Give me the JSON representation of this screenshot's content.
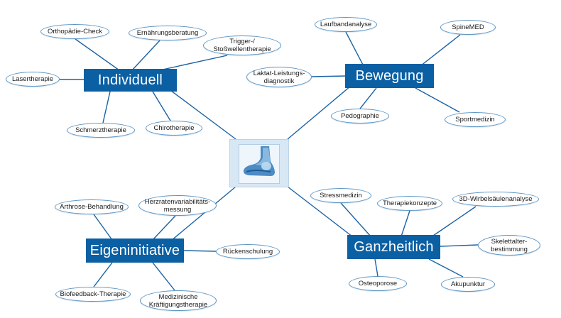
{
  "colors": {
    "hub": "#0b5fa3",
    "line": "#1b62a4",
    "leaf_border": "#5b95c4"
  },
  "center": {
    "icon": "foot-ankle-icon"
  },
  "hubs": [
    {
      "label": "Individuell",
      "leaves": [
        {
          "lines": [
            "Orthopädie-Check"
          ]
        },
        {
          "lines": [
            "Ernährungsberatung"
          ]
        },
        {
          "lines": [
            "Trigger-/",
            "Stoßwellentherapie"
          ]
        },
        {
          "lines": [
            "Lasertherapie"
          ]
        },
        {
          "lines": [
            "Schmerztherapie"
          ]
        },
        {
          "lines": [
            "Chirotherapie"
          ]
        }
      ]
    },
    {
      "label": "Bewegung",
      "leaves": [
        {
          "lines": [
            "Laufbandanalyse"
          ]
        },
        {
          "lines": [
            "SpineMED"
          ]
        },
        {
          "lines": [
            "Laktat-Leistungs-",
            "diagnostik"
          ]
        },
        {
          "lines": [
            "Pedographie"
          ]
        },
        {
          "lines": [
            "Sportmedizin"
          ]
        }
      ]
    },
    {
      "label": "Eigeninitiative",
      "leaves": [
        {
          "lines": [
            "Arthrose-Behandlung"
          ]
        },
        {
          "lines": [
            "Herzratenvariabilitäts-",
            "messung"
          ]
        },
        {
          "lines": [
            "Rückenschulung"
          ]
        },
        {
          "lines": [
            "Biofeedback-Therapie"
          ]
        },
        {
          "lines": [
            "Medizinische",
            "Kräftigungstherapie"
          ]
        }
      ]
    },
    {
      "label": "Ganzheitlich",
      "leaves": [
        {
          "lines": [
            "Stressmedizin"
          ]
        },
        {
          "lines": [
            "Therapiekonzepte"
          ]
        },
        {
          "lines": [
            "3D-Wirbelsäulenanalyse"
          ]
        },
        {
          "lines": [
            "Skelettalter-",
            "bestimmung"
          ]
        },
        {
          "lines": [
            "Osteoporose"
          ]
        },
        {
          "lines": [
            "Akupunktur"
          ]
        }
      ]
    }
  ]
}
